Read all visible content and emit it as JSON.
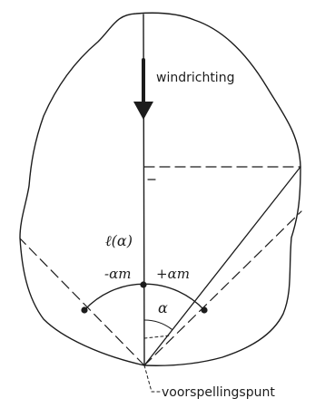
{
  "labels": {
    "wind_direction": "windrichting",
    "length": "ℓ(α)",
    "minus_alpha_m": "-αm",
    "plus_alpha_m": "+αm",
    "alpha": "α",
    "forecast_point": "voorspellingspunt"
  },
  "colors": {
    "ink": "#1c1c1c",
    "background": "#ffffff"
  }
}
